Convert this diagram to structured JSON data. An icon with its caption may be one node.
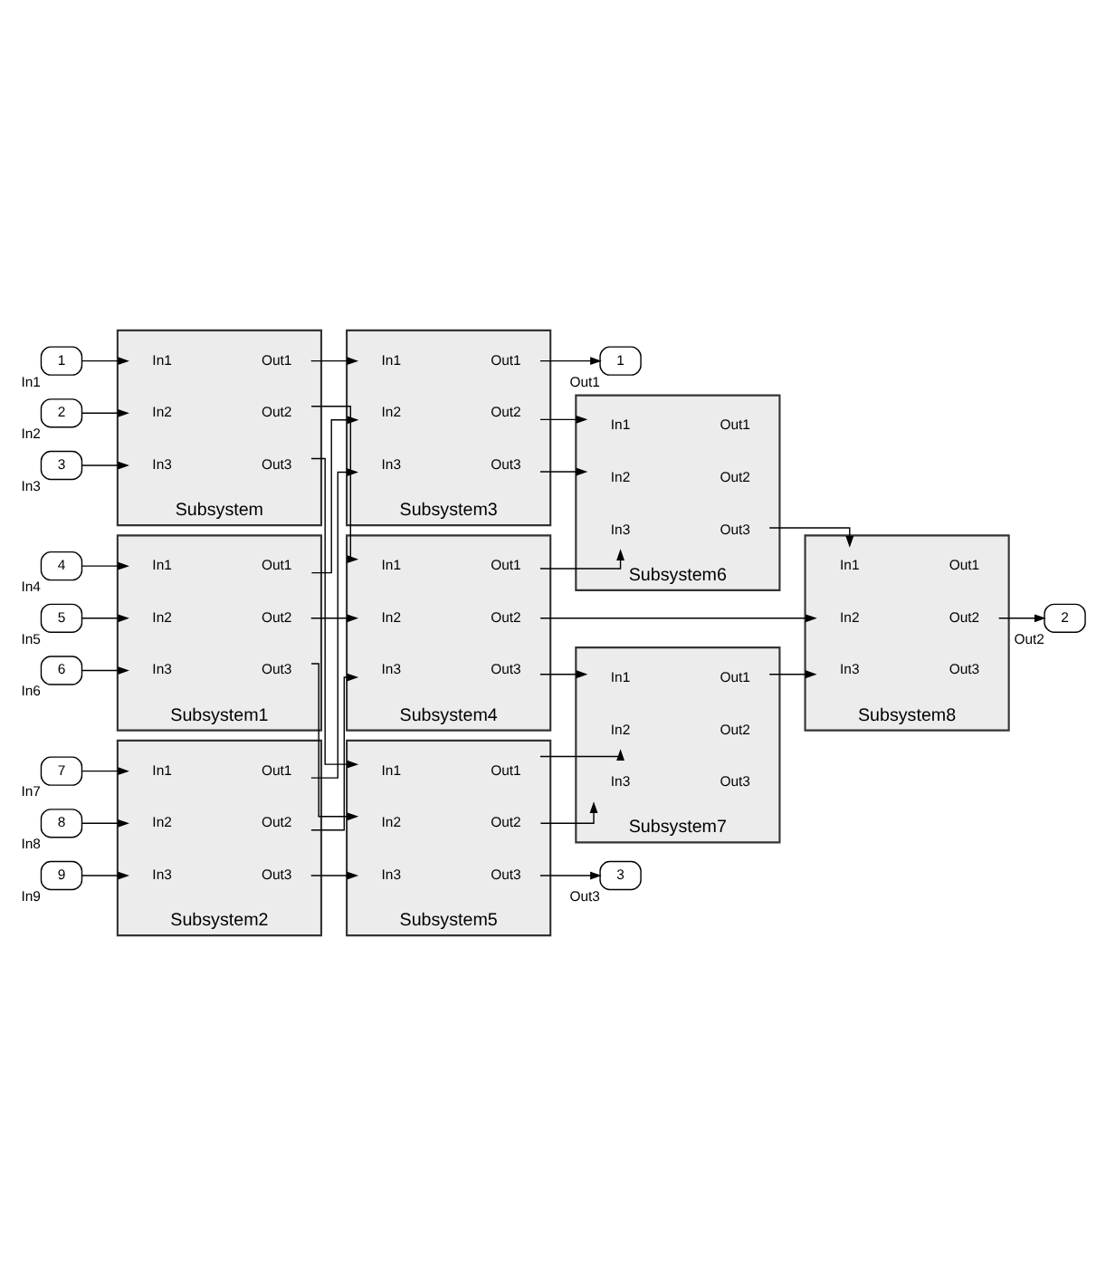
{
  "diagram": {
    "nodes": [
      {
        "text": [
          "1"
        ],
        "beside": [
          "In1"
        ]
      },
      {
        "text": [
          "2"
        ],
        "beside": [
          "In2"
        ]
      },
      {
        "text": [
          "3"
        ],
        "beside": [
          "In3"
        ]
      },
      {
        "text": [
          "4"
        ],
        "beside": [
          "In4"
        ]
      },
      {
        "text": [
          "5"
        ],
        "beside": [
          "In5"
        ]
      },
      {
        "text": [
          "6"
        ],
        "beside": [
          "In6"
        ]
      },
      {
        "text": [
          "7"
        ],
        "beside": [
          "In7"
        ]
      },
      {
        "text": [
          "8"
        ],
        "beside": [
          "In8"
        ]
      },
      {
        "text": [
          "9"
        ],
        "beside": [
          "In9"
        ]
      },
      {
        "text": [
          "Subsystem"
        ]
      },
      {
        "text": [
          "In1"
        ],
        "in": 9
      },
      {
        "text": [
          "In2"
        ],
        "in": 9
      },
      {
        "text": [
          "In3"
        ],
        "in": 9
      },
      {
        "text": [
          "Out1"
        ],
        "in": 9
      },
      {
        "text": [
          "Out2"
        ],
        "in": 9
      },
      {
        "text": [
          "Out3"
        ],
        "in": 9
      },
      {
        "text": [
          "Subsystem1"
        ]
      },
      {
        "text": [
          "In1"
        ],
        "in": 16
      },
      {
        "text": [
          "In2"
        ],
        "in": 16
      },
      {
        "text": [
          "In3"
        ],
        "in": 16
      },
      {
        "text": [
          "Out1"
        ],
        "in": 16
      },
      {
        "text": [
          "Out2"
        ],
        "in": 16
      },
      {
        "text": [
          "Out3"
        ],
        "in": 16
      },
      {
        "text": [
          "Subsystem2"
        ]
      },
      {
        "text": [
          "In1"
        ],
        "in": 23
      },
      {
        "text": [
          "In2"
        ],
        "in": 23
      },
      {
        "text": [
          "In3"
        ],
        "in": 23
      },
      {
        "text": [
          "Out1"
        ],
        "in": 23
      },
      {
        "text": [
          "Out2"
        ],
        "in": 23
      },
      {
        "text": [
          "Out3"
        ],
        "in": 23
      },
      {
        "text": [
          "Subsystem3"
        ]
      },
      {
        "text": [
          "In1"
        ],
        "in": 30
      },
      {
        "text": [
          "In2"
        ],
        "in": 30
      },
      {
        "text": [
          "In3"
        ],
        "in": 30
      },
      {
        "text": [
          "Out1"
        ],
        "in": 30
      },
      {
        "text": [
          "Out2"
        ],
        "in": 30
      },
      {
        "text": [
          "Out3"
        ],
        "in": 30
      },
      {
        "text": [
          "Subsystem4"
        ]
      },
      {
        "text": [
          "In1"
        ],
        "in": 37
      },
      {
        "text": [
          "In2"
        ],
        "in": 37
      },
      {
        "text": [
          "In3"
        ],
        "in": 37
      },
      {
        "text": [
          "Out1"
        ],
        "in": 37
      },
      {
        "text": [
          "Out2"
        ],
        "in": 37
      },
      {
        "text": [
          "Out3"
        ],
        "in": 37
      },
      {
        "text": [
          "Subsystem5"
        ]
      },
      {
        "text": [
          "In1"
        ],
        "in": 44
      },
      {
        "text": [
          "In2"
        ],
        "in": 44
      },
      {
        "text": [
          "In3"
        ],
        "in": 44
      },
      {
        "text": [
          "Out1"
        ],
        "in": 44
      },
      {
        "text": [
          "Out2"
        ],
        "in": 44
      },
      {
        "text": [
          "Out3"
        ],
        "in": 44
      },
      {
        "text": [
          "Subsystem6"
        ]
      },
      {
        "text": [
          "In1"
        ],
        "in": 51
      },
      {
        "text": [
          "In2"
        ],
        "in": 51
      },
      {
        "text": [
          "In3"
        ],
        "in": 51
      },
      {
        "text": [
          "Out1"
        ],
        "in": 51
      },
      {
        "text": [
          "Out2"
        ],
        "in": 51
      },
      {
        "text": [
          "Out3"
        ],
        "in": 51
      },
      {
        "text": [
          "Subsystem7"
        ]
      },
      {
        "text": [
          "In1"
        ],
        "in": 58
      },
      {
        "text": [
          "In2"
        ],
        "in": 58
      },
      {
        "text": [
          "In3"
        ],
        "in": 58
      },
      {
        "text": [
          "Out1"
        ],
        "in": 58
      },
      {
        "text": [
          "Out2"
        ],
        "in": 58
      },
      {
        "text": [
          "Out3"
        ],
        "in": 58
      },
      {
        "text": [
          "Subsystem8"
        ]
      },
      {
        "text": [
          "In1"
        ],
        "in": 65
      },
      {
        "text": [
          "In2"
        ],
        "in": 65
      },
      {
        "text": [
          "In3"
        ],
        "in": 65
      },
      {
        "text": [
          "Out1"
        ],
        "in": 65
      },
      {
        "text": [
          "Out2"
        ],
        "in": 65
      },
      {
        "text": [
          "Out3"
        ],
        "in": 65
      },
      {
        "text": [
          "1"
        ],
        "beside": [
          "Out1"
        ]
      },
      {
        "text": [
          "2"
        ],
        "beside": [
          "Out2"
        ]
      },
      {
        "text": [
          "3"
        ],
        "beside": [
          "Out3"
        ]
      }
    ],
    "edges": [
      {
        "from": 0,
        "to": 10,
        "arrow": "to"
      },
      {
        "from": 1,
        "to": 11,
        "arrow": "to"
      },
      {
        "from": 2,
        "to": 12,
        "arrow": "to"
      },
      {
        "from": 3,
        "to": 17,
        "arrow": "to"
      },
      {
        "from": 4,
        "to": 18,
        "arrow": "to"
      },
      {
        "from": 5,
        "to": 19,
        "arrow": "to"
      },
      {
        "from": 6,
        "to": 24,
        "arrow": "to"
      },
      {
        "from": 7,
        "to": 25,
        "arrow": "to"
      },
      {
        "from": 8,
        "to": 26,
        "arrow": "to"
      },
      {
        "from": 13,
        "to": 31,
        "arrow": "to"
      },
      {
        "from": 14,
        "to": 38,
        "arrow": "to"
      },
      {
        "from": 15,
        "to": 45,
        "arrow": "to"
      },
      {
        "from": 20,
        "to": 32,
        "arrow": "to"
      },
      {
        "from": 21,
        "to": 39,
        "arrow": "to"
      },
      {
        "from": 22,
        "to": 46,
        "arrow": "to"
      },
      {
        "from": 27,
        "to": 33,
        "arrow": "to"
      },
      {
        "from": 28,
        "to": 40,
        "arrow": "to"
      },
      {
        "from": 29,
        "to": 47,
        "arrow": "to"
      },
      {
        "from": 34,
        "to": 72,
        "arrow": "to"
      },
      {
        "from": 35,
        "to": 52,
        "arrow": "to"
      },
      {
        "from": 36,
        "to": 53,
        "arrow": "to"
      },
      {
        "from": 41,
        "to": 54,
        "arrow": "to"
      },
      {
        "from": 42,
        "to": 67,
        "arrow": "to"
      },
      {
        "from": 43,
        "to": 59,
        "arrow": "to"
      },
      {
        "from": 48,
        "to": 60,
        "arrow": "to"
      },
      {
        "from": 49,
        "to": 61,
        "arrow": "to"
      },
      {
        "from": 50,
        "to": 74,
        "arrow": "to"
      },
      {
        "from": 57,
        "to": 66,
        "arrow": "to"
      },
      {
        "from": 62,
        "to": 68,
        "arrow": "to"
      },
      {
        "from": 70,
        "to": 73,
        "arrow": "to"
      }
    ]
  }
}
